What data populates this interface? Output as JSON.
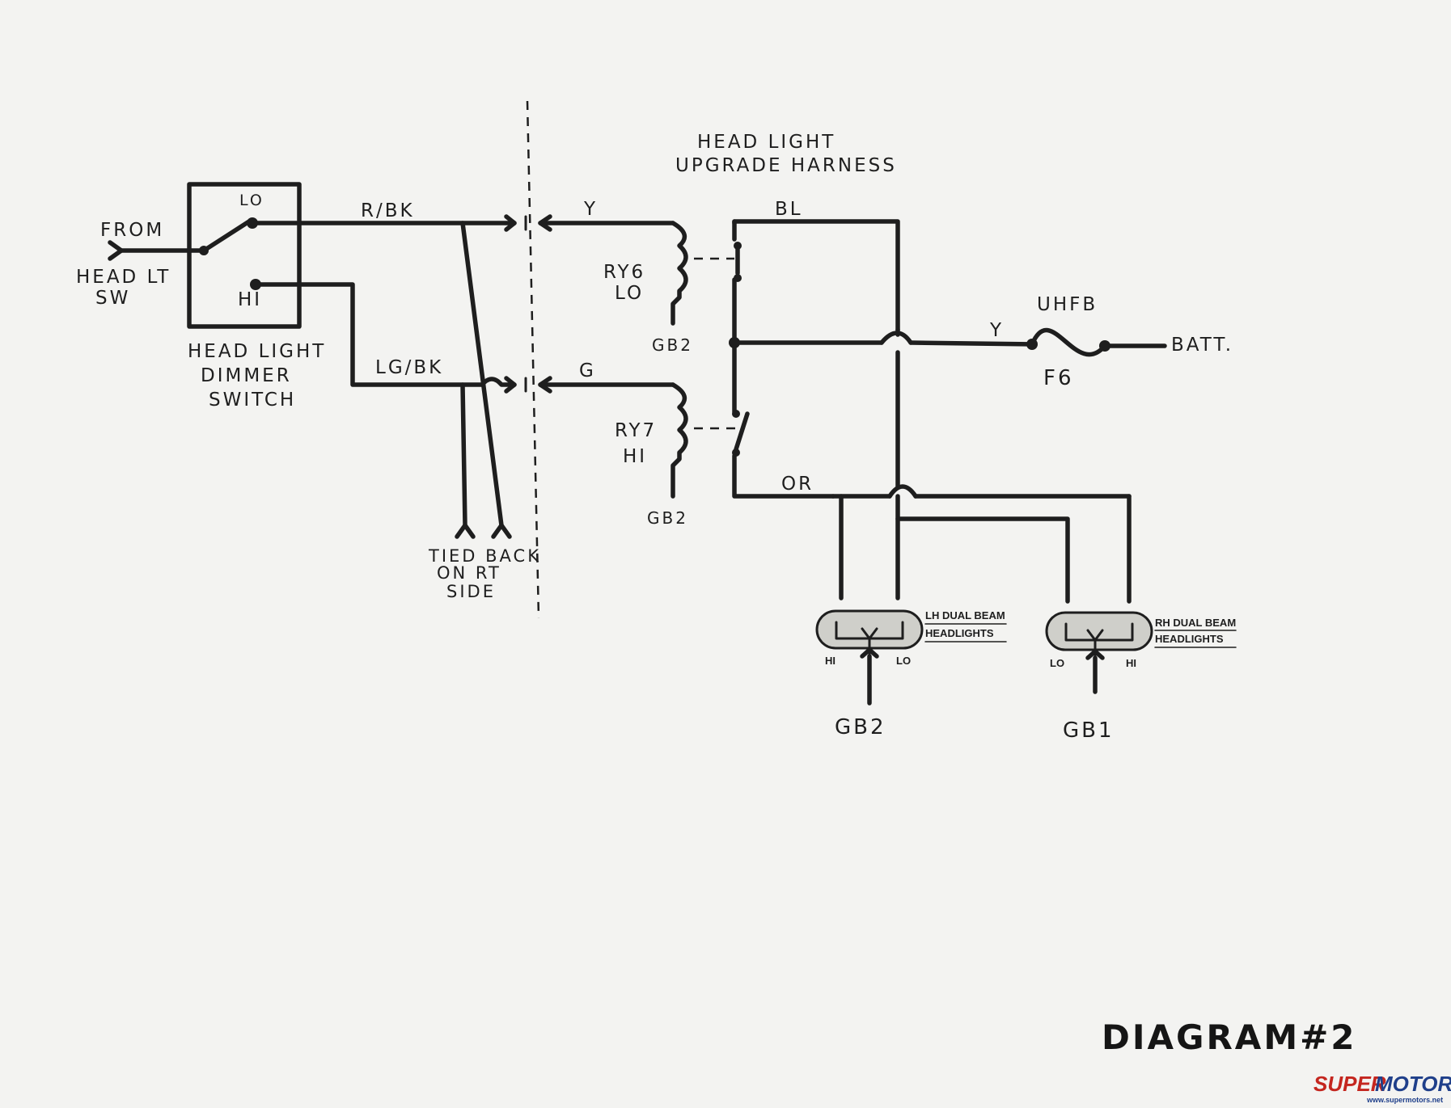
{
  "diagram": {
    "harness_title_line1": "HEAD LIGHT",
    "harness_title_line2": "UPGRADE HARNESS",
    "from_line1": "FROM",
    "from_line2": "HEAD LT",
    "from_line3": "SW",
    "switch_lo": "LO",
    "switch_hi": "HI",
    "switch_label_line1": "HEAD LIGHT",
    "switch_label_line2": "DIMMER",
    "switch_label_line3": "SWITCH",
    "wire_rbk": "R/BK",
    "wire_lgbk": "LG/BK",
    "wire_y_top": "Y",
    "wire_g": "G",
    "wire_bl": "BL",
    "wire_y_right": "Y",
    "wire_or": "OR",
    "relay6_line1": "RY6",
    "relay6_line2": "LO",
    "relay7_line1": "RY7",
    "relay7_line2": "HI",
    "ground_relay6": "GB2",
    "ground_relay7": "GB2",
    "fuse_top": "UHFB",
    "fuse_bottom": "F6",
    "batt": "BATT.",
    "tied_back_line1": "TIED BACK",
    "tied_back_line2": "ON RT",
    "tied_back_line3": "SIDE",
    "lh_label_line1": "LH DUAL BEAM",
    "lh_label_line2": "HEADLIGHTS",
    "lh_hi": "HI",
    "lh_lo": "LO",
    "lh_ground": "GB2",
    "rh_label_line1": "RH DUAL BEAM",
    "rh_label_line2": "HEADLIGHTS",
    "rh_lo": "LO",
    "rh_hi": "HI",
    "rh_ground": "GB1",
    "diagram_title": "DIAGRAM#2"
  },
  "watermark": {
    "brand_part1": "SUPER",
    "brand_part2": "MOTORS",
    "url": "www.supermotors.net"
  }
}
